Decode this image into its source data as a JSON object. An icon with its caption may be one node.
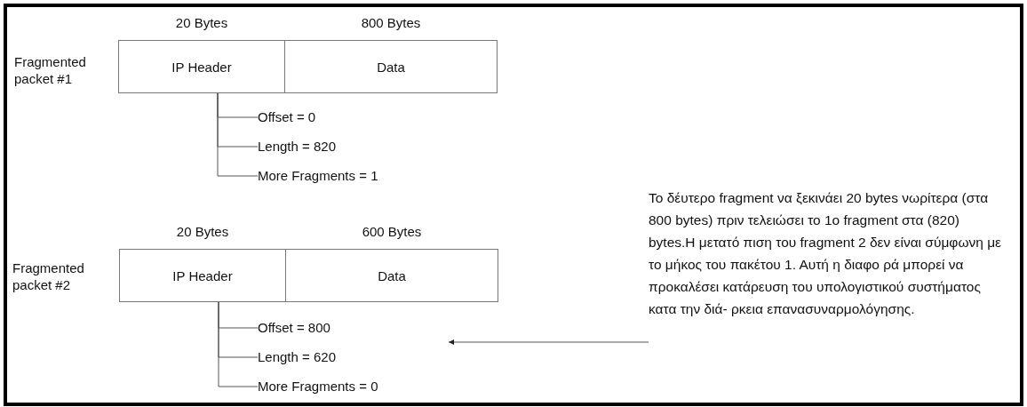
{
  "diagram": {
    "nodes": [
      {
        "text": [
          "IP Header"
        ],
        "beside": [
          "20 Bytes"
        ]
      },
      {
        "text": [
          "Data"
        ],
        "beside": [
          "800 Bytes"
        ]
      },
      {
        "text": [
          "Offset = 0"
        ]
      },
      {
        "text": [
          "Length = 820"
        ]
      },
      {
        "text": [
          "More Fragments = 1"
        ]
      },
      {
        "text": [
          "IP Header"
        ],
        "beside": [
          "20 Bytes"
        ]
      },
      {
        "text": [
          "Data"
        ],
        "beside": [
          "600 Bytes"
        ]
      },
      {
        "text": [
          "Offset = 800"
        ]
      },
      {
        "text": [
          "Length = 620"
        ]
      },
      {
        "text": [
          "More Fragments = 0"
        ]
      },
      {
        "text": [
          "Το δέυτερο fragment να ξεκινάει 20 bytes νωρίτερα (στα 800 bytes) πριν τελειώσει το 1ο fragment στα (820) bytes.Η μετατό πιση του fragment 2 δεν είναι σύμφωνη με το μήκος του πακέτου 1. Αυτή η διαφο ρά μπορεί να προκαλέσει κατάρευση του υπολογιστικού συστήματος κατα την διά- ρκεια επανασυναρμολόγησης."
        ]
      }
    ],
    "edges": [
      {
        "from": 0,
        "to": 2,
        "arrow": "none"
      },
      {
        "from": 0,
        "to": 3,
        "arrow": "none"
      },
      {
        "from": 0,
        "to": 4,
        "arrow": "none"
      },
      {
        "from": 5,
        "to": 7,
        "arrow": "none"
      },
      {
        "from": 5,
        "to": 8,
        "arrow": "none"
      },
      {
        "from": 5,
        "to": 9,
        "arrow": "none"
      },
      {
        "from": 10,
        "to": null,
        "arrow": "to"
      }
    ],
    "labels": [
      "Fragmented packet #1",
      "Fragmented packet #2"
    ]
  }
}
